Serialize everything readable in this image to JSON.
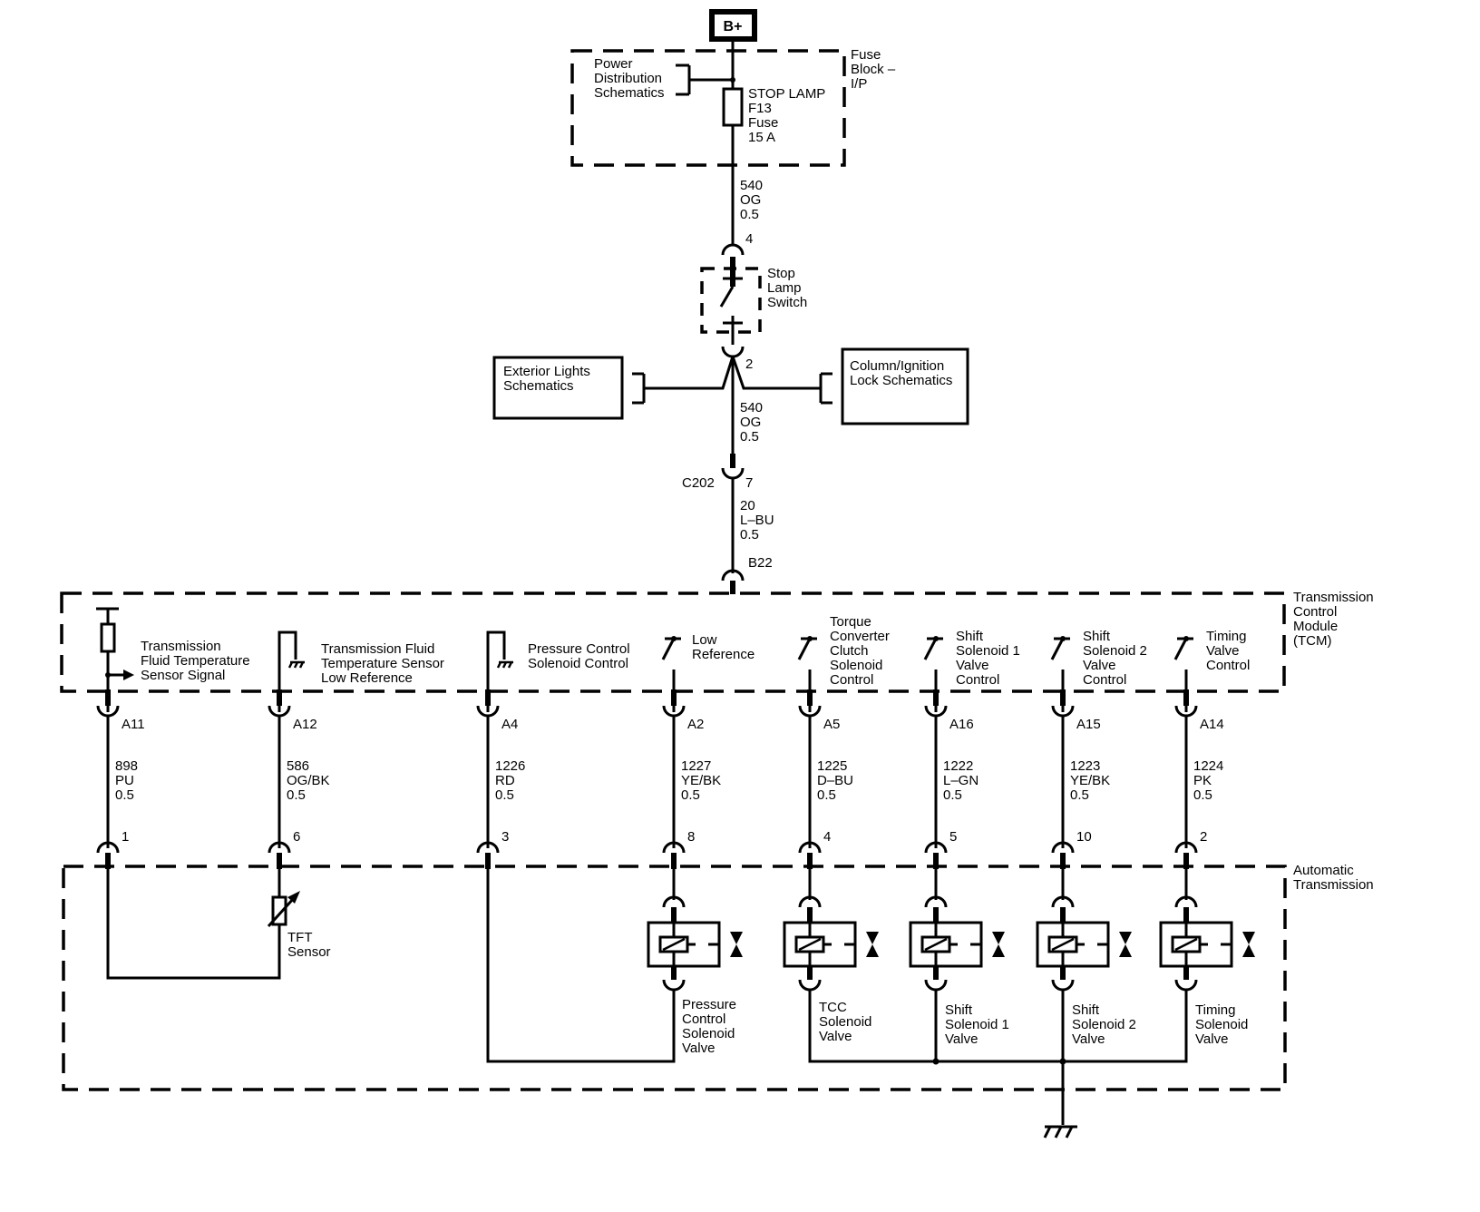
{
  "power_source": {
    "label": "B+"
  },
  "fuse_block": {
    "title_lines": [
      "Fuse",
      "Block –",
      "I/P"
    ],
    "power_dist_lines": [
      "Power",
      "Distribution",
      "Schematics"
    ],
    "fuse_lines": [
      "STOP LAMP",
      "F13",
      "Fuse",
      "15 A"
    ]
  },
  "wire_top": {
    "lines": [
      "540",
      "OG",
      "0.5"
    ]
  },
  "stop_lamp_switch": {
    "label_lines": [
      "Stop",
      "Lamp",
      "Switch"
    ],
    "pin_in": "4",
    "pin_out": "2"
  },
  "exterior_lights": {
    "lines": [
      "Exterior Lights",
      "Schematics"
    ]
  },
  "column_ignition": {
    "lines": [
      "Column/Ignition",
      "Lock Schematics"
    ]
  },
  "wire_mid": {
    "lines": [
      "540",
      "OG",
      "0.5"
    ]
  },
  "connector_c202": {
    "name": "C202",
    "pin": "7"
  },
  "wire_lower": {
    "lines": [
      "20",
      "L–BU",
      "0.5"
    ]
  },
  "tcm_input_pin": "B22",
  "tcm": {
    "title_lines": [
      "Transmission",
      "Control",
      "Module",
      "(TCM)"
    ],
    "circuits": [
      {
        "label_lines": [
          "Transmission",
          "Fluid Temperature",
          "Sensor Signal"
        ],
        "pin": "A11",
        "wire": [
          "898",
          "PU",
          "0.5"
        ],
        "trans_pin": "1"
      },
      {
        "label_lines": [
          "Transmission Fluid",
          "Temperature Sensor",
          "Low Reference"
        ],
        "pin": "A12",
        "wire": [
          "586",
          "OG/BK",
          "0.5"
        ],
        "trans_pin": "6"
      },
      {
        "label_lines": [
          "Pressure Control",
          "Solenoid Control"
        ],
        "pin": "A4",
        "wire": [
          "1226",
          "RD",
          "0.5"
        ],
        "trans_pin": "3"
      },
      {
        "label_lines": [
          "Low",
          "Reference"
        ],
        "pin": "A2",
        "wire": [
          "1227",
          "YE/BK",
          "0.5"
        ],
        "trans_pin": "8"
      },
      {
        "label_lines": [
          "Torque",
          "Converter",
          "Clutch",
          "Solenoid",
          "Control"
        ],
        "pin": "A5",
        "wire": [
          "1225",
          "D–BU",
          "0.5"
        ],
        "trans_pin": "4"
      },
      {
        "label_lines": [
          "Shift",
          "Solenoid 1",
          "Valve",
          "Control"
        ],
        "pin": "A16",
        "wire": [
          "1222",
          "L–GN",
          "0.5"
        ],
        "trans_pin": "5"
      },
      {
        "label_lines": [
          "Shift",
          "Solenoid 2",
          "Valve",
          "Control"
        ],
        "pin": "A15",
        "wire": [
          "1223",
          "YE/BK",
          "0.5"
        ],
        "trans_pin": "10"
      },
      {
        "label_lines": [
          "Timing",
          "Valve",
          "Control"
        ],
        "pin": "A14",
        "wire": [
          "1224",
          "PK",
          "0.5"
        ],
        "trans_pin": "2"
      }
    ]
  },
  "automatic_transmission": {
    "title_lines": [
      "Automatic",
      "Transmission"
    ],
    "tft_sensor_lines": [
      "TFT",
      "Sensor"
    ],
    "solenoids": [
      {
        "label_lines": [
          "Pressure",
          "Control",
          "Solenoid",
          "Valve"
        ]
      },
      {
        "label_lines": [
          "TCC",
          "Solenoid",
          "Valve"
        ]
      },
      {
        "label_lines": [
          "Shift",
          "Solenoid 1",
          "Valve"
        ]
      },
      {
        "label_lines": [
          "Shift",
          "Solenoid 2",
          "Valve"
        ]
      },
      {
        "label_lines": [
          "Timing",
          "Solenoid",
          "Valve"
        ]
      }
    ]
  }
}
